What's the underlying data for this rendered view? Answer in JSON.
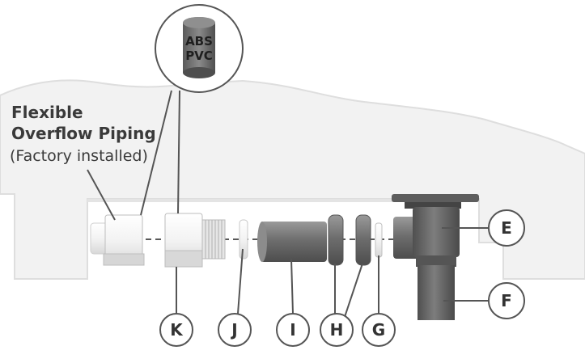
{
  "callout": {
    "line1": "Flexible",
    "line2": "Overflow Piping",
    "line3": "(Factory installed)"
  },
  "material_badge": {
    "line1": "ABS",
    "line2": "PVC"
  },
  "part_labels": {
    "E": "E",
    "F": "F",
    "G": "G",
    "H": "H",
    "I": "I",
    "J": "J",
    "K": "K"
  },
  "colors": {
    "tub_fill": "#f2f2f2",
    "tub_stroke": "#d9d9d9",
    "part_light": "#f7f7f7",
    "part_mid": "#d0d0d0",
    "part_dark": "#6d6d6d",
    "circle_stroke": "#555555"
  }
}
